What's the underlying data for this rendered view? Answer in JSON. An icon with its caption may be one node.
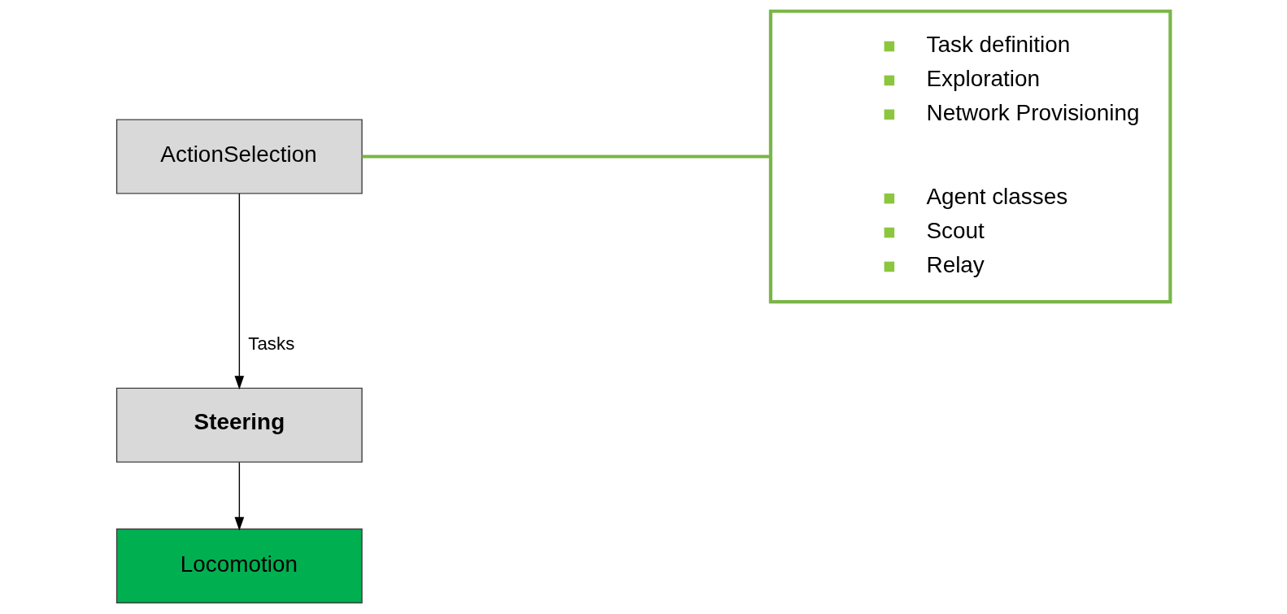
{
  "diagram": {
    "nodes": [
      {
        "text": [
          "ActionSelection"
        ]
      },
      {
        "text": [
          "Steering"
        ]
      },
      {
        "text": [
          "Locomotion"
        ]
      },
      {
        "text": [
          "Task definition",
          "Exploration",
          "Network Provisioning",
          "Agent classes",
          "Scout",
          "Relay"
        ]
      }
    ],
    "edges": [
      {
        "from": 0,
        "to": 1,
        "arrow": "to",
        "label": "Tasks"
      },
      {
        "from": 1,
        "to": 2,
        "arrow": "to"
      },
      {
        "from": 0,
        "to": 3,
        "arrow": "none",
        "color": "#7ab648",
        "style": "thick"
      }
    ]
  }
}
